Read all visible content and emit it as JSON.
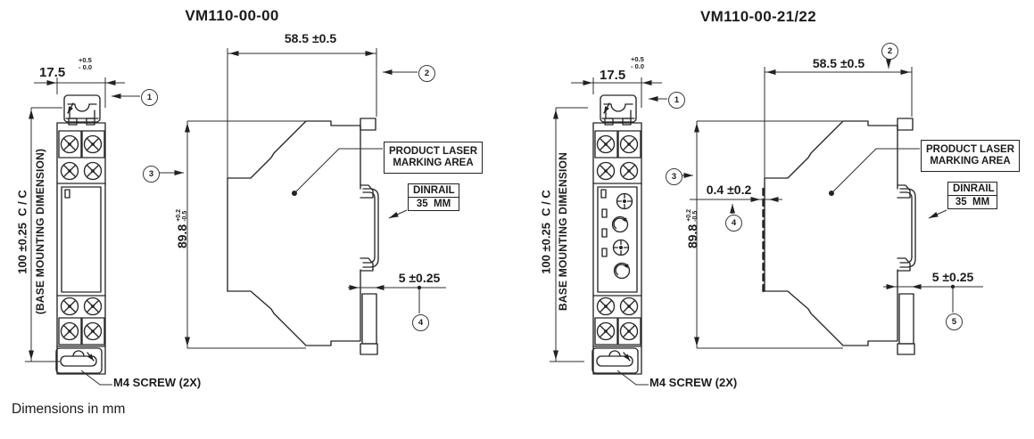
{
  "note": "Dimensions in mm",
  "diagrams": [
    {
      "title": "VM110-00-00",
      "dims": {
        "width": "17.5",
        "width_tol_plus": "+0.5",
        "width_tol_minus": "- 0.0",
        "depth": "58.5 ±0.5",
        "height": "89.8",
        "height_tol_plus": "+0.2",
        "height_tol_minus": "-0.5",
        "mount_cc": "100 ±0.25  C / C",
        "mount_note": "(BASE MOUNTING DIMENSION)",
        "latch_depth": "5 ±0.25"
      },
      "callouts": {
        "c1": "1",
        "c2": "2",
        "c3": "3",
        "c4": "4"
      },
      "labels": {
        "laser_line1": "PRODUCT LASER",
        "laser_line2": "MARKING AREA",
        "dinrail_line1": "DINRAIL",
        "dinrail_line2": "35  MM",
        "m4_screw": "M4 SCREW (2X)"
      }
    },
    {
      "title": "VM110-00-21/22",
      "dims": {
        "width": "17.5",
        "width_tol_plus": "+0.5",
        "width_tol_minus": "- 0.0",
        "depth": "58.5 ±0.5",
        "height": "89.8",
        "height_tol_plus": "+0.2",
        "height_tol_minus": "-0.5",
        "gap": "0.4 ±0.2",
        "mount_cc": "100 ±0.25  C / C",
        "mount_note": "BASE MOUNTING DIMENSION",
        "latch_depth": "5 ±0.25"
      },
      "callouts": {
        "c1": "1",
        "c2": "2",
        "c3": "3",
        "c4": "4",
        "c5": "5"
      },
      "labels": {
        "laser_line1": "PRODUCT LASER",
        "laser_line2": "MARKING AREA",
        "dinrail_line1": "DINRAIL",
        "dinrail_line2": "35  MM",
        "m4_screw": "M4 SCREW (2X)"
      }
    }
  ]
}
